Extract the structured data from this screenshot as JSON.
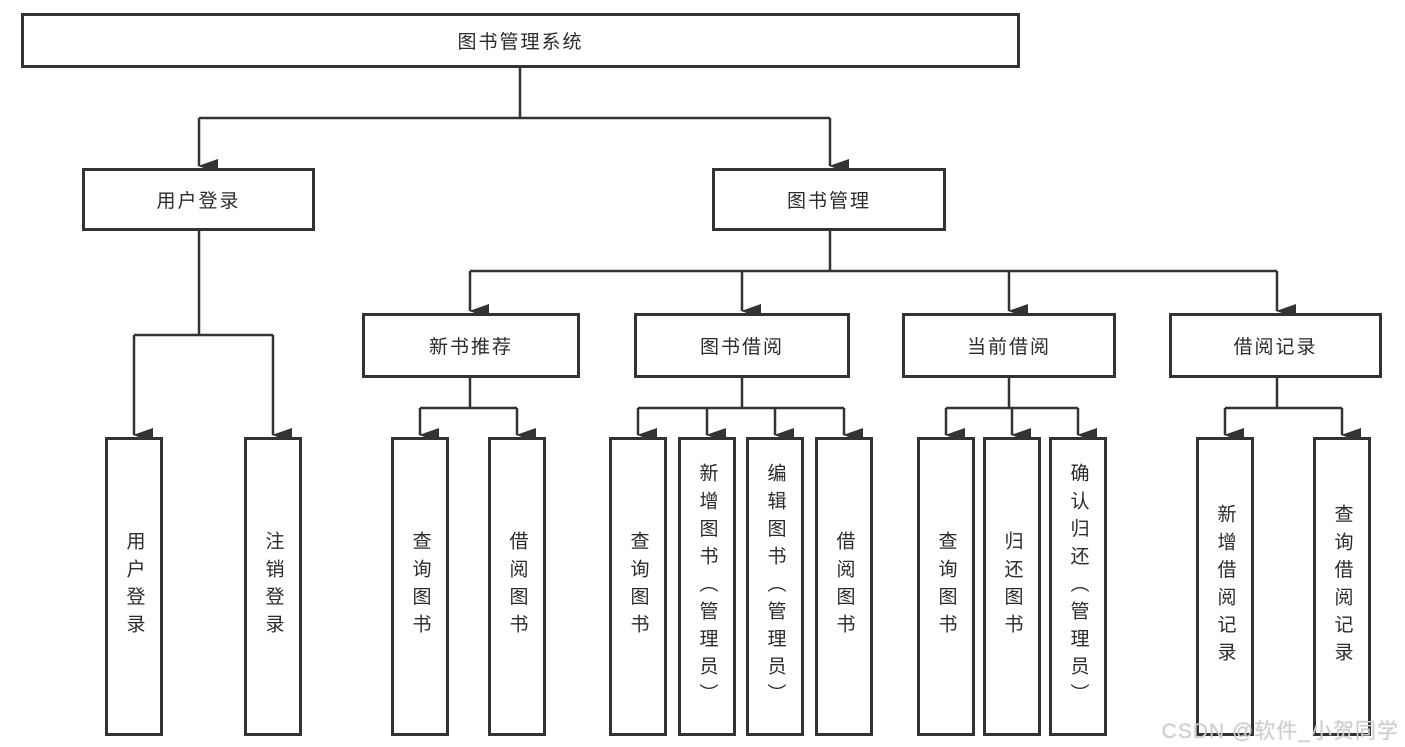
{
  "diagram_title": "图书管理系统",
  "tree": {
    "label": "图书管理系统",
    "children": [
      {
        "label": "用户登录",
        "children": [
          {
            "label": "用户登录"
          },
          {
            "label": "注销登录"
          }
        ]
      },
      {
        "label": "图书管理",
        "children": [
          {
            "label": "新书推荐",
            "children": [
              {
                "label": "查询图书"
              },
              {
                "label": "借阅图书"
              }
            ]
          },
          {
            "label": "图书借阅",
            "children": [
              {
                "label": "查询图书"
              },
              {
                "label": "新增图书（管理员）"
              },
              {
                "label": "编辑图书（管理员）"
              },
              {
                "label": "借阅图书"
              }
            ]
          },
          {
            "label": "当前借阅",
            "children": [
              {
                "label": "查询图书"
              },
              {
                "label": "归还图书"
              },
              {
                "label": "确认归还（管理员）"
              }
            ]
          },
          {
            "label": "借阅记录",
            "children": [
              {
                "label": "新增借阅记录"
              },
              {
                "label": "查询借阅记录"
              }
            ]
          }
        ]
      }
    ]
  },
  "watermark": {
    "text": "CSDN @软件_小贺同学"
  },
  "colors": {
    "line": "#333333",
    "box_border": "#333333",
    "text": "#2b2b2b",
    "watermark": "#cccfd3",
    "background": "#ffffff"
  }
}
